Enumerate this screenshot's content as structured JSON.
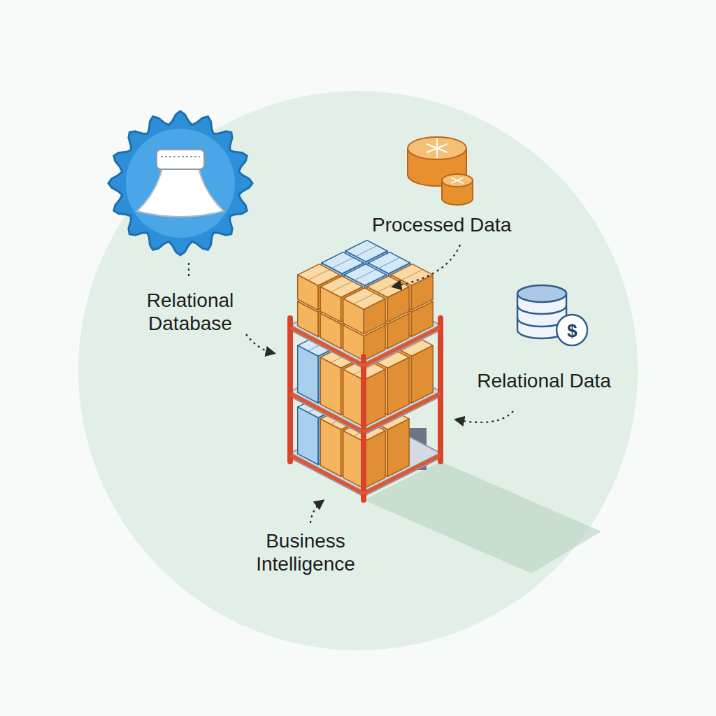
{
  "diagram": {
    "labels": [
      "Relational Database",
      "Processed Data",
      "Relational Data",
      "$",
      "Business Intelligence"
    ]
  }
}
